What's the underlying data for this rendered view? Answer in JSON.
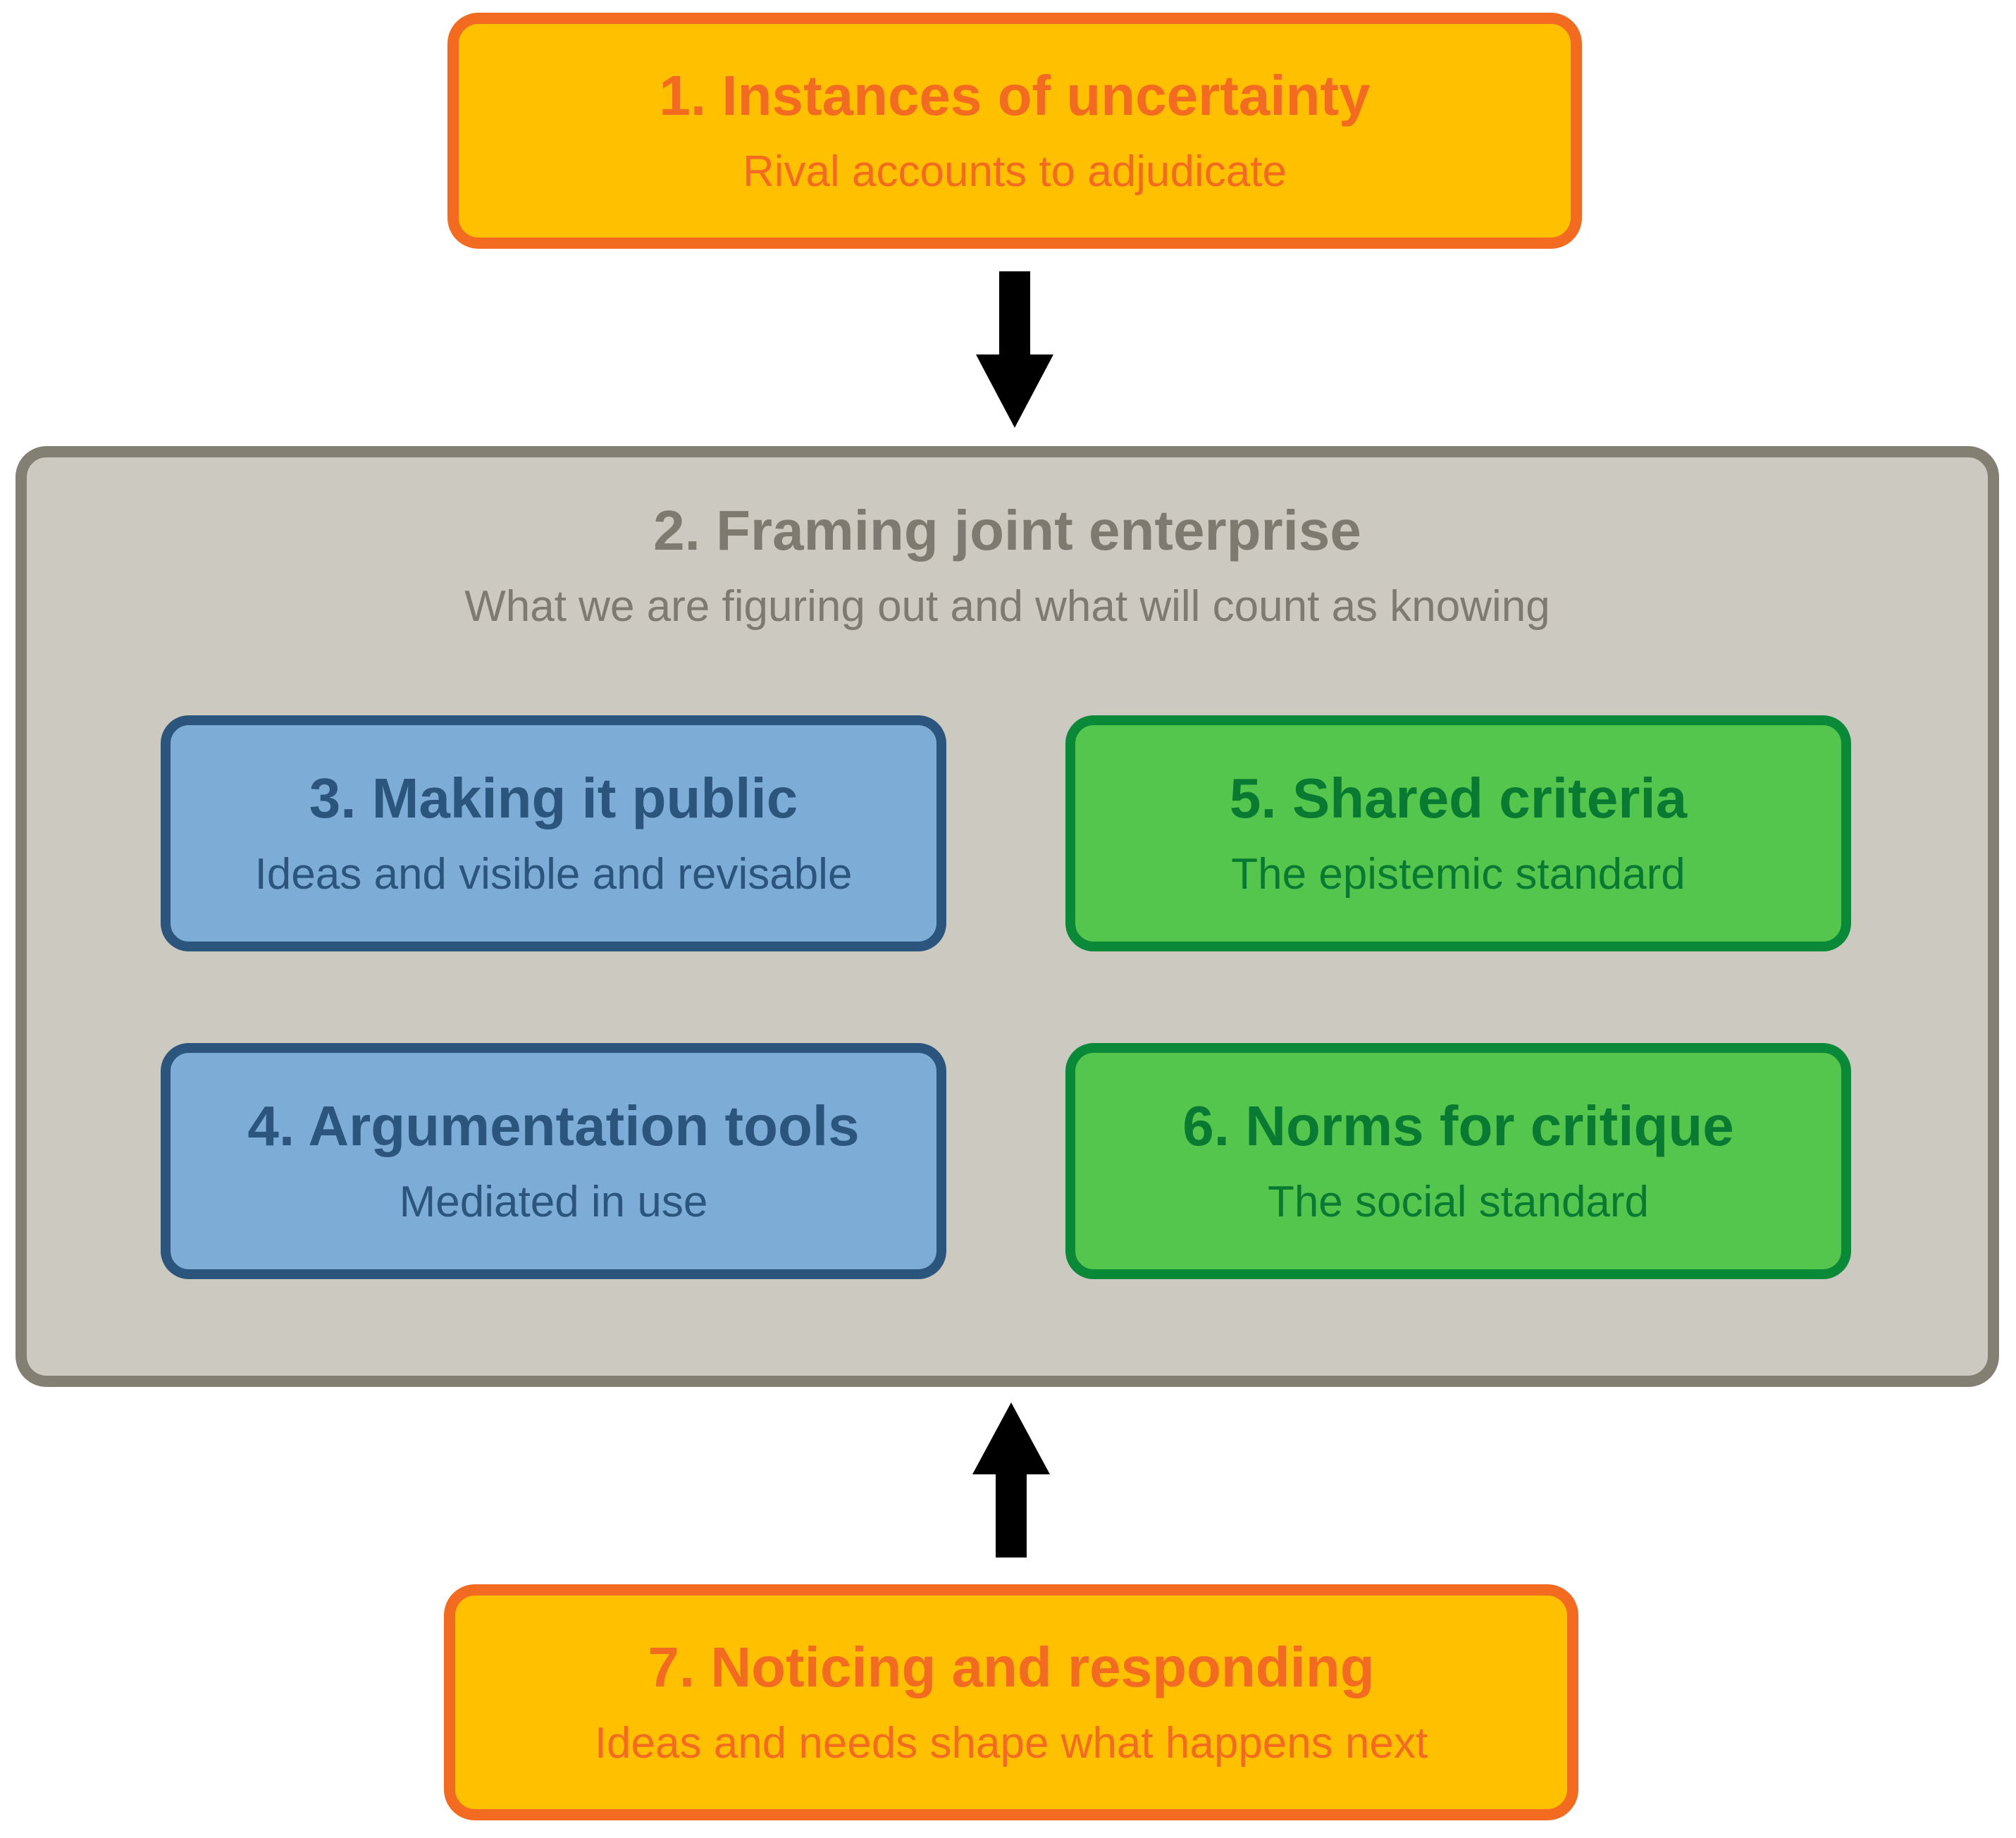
{
  "box1": {
    "title": "1.  Instances of uncertainty",
    "subtitle": "Rival accounts to adjudicate"
  },
  "box2": {
    "title": "2. Framing joint enterprise",
    "subtitle": "What we are figuring out and what will count as knowing"
  },
  "box3": {
    "title": "3. Making it public",
    "subtitle": "Ideas and visible and revisable"
  },
  "box4": {
    "title": "4. Argumentation tools",
    "subtitle": "Mediated in use"
  },
  "box5": {
    "title": "5. Shared criteria",
    "subtitle": "The epistemic standard"
  },
  "box6": {
    "title": "6. Norms for critique",
    "subtitle": "The social standard"
  },
  "box7": {
    "title": "7. Noticing and responding",
    "subtitle": "Ideas and needs shape what happens next"
  },
  "colors": {
    "orange_fill": "#ffc000",
    "orange_border": "#f26b21",
    "gray_fill": "#ccc9c1",
    "gray_border": "#847f73",
    "blue_fill": "#7dadd6",
    "blue_border": "#2b557d",
    "green_fill": "#55c64d",
    "green_border": "#0a8a39",
    "arrow": "#000000"
  }
}
